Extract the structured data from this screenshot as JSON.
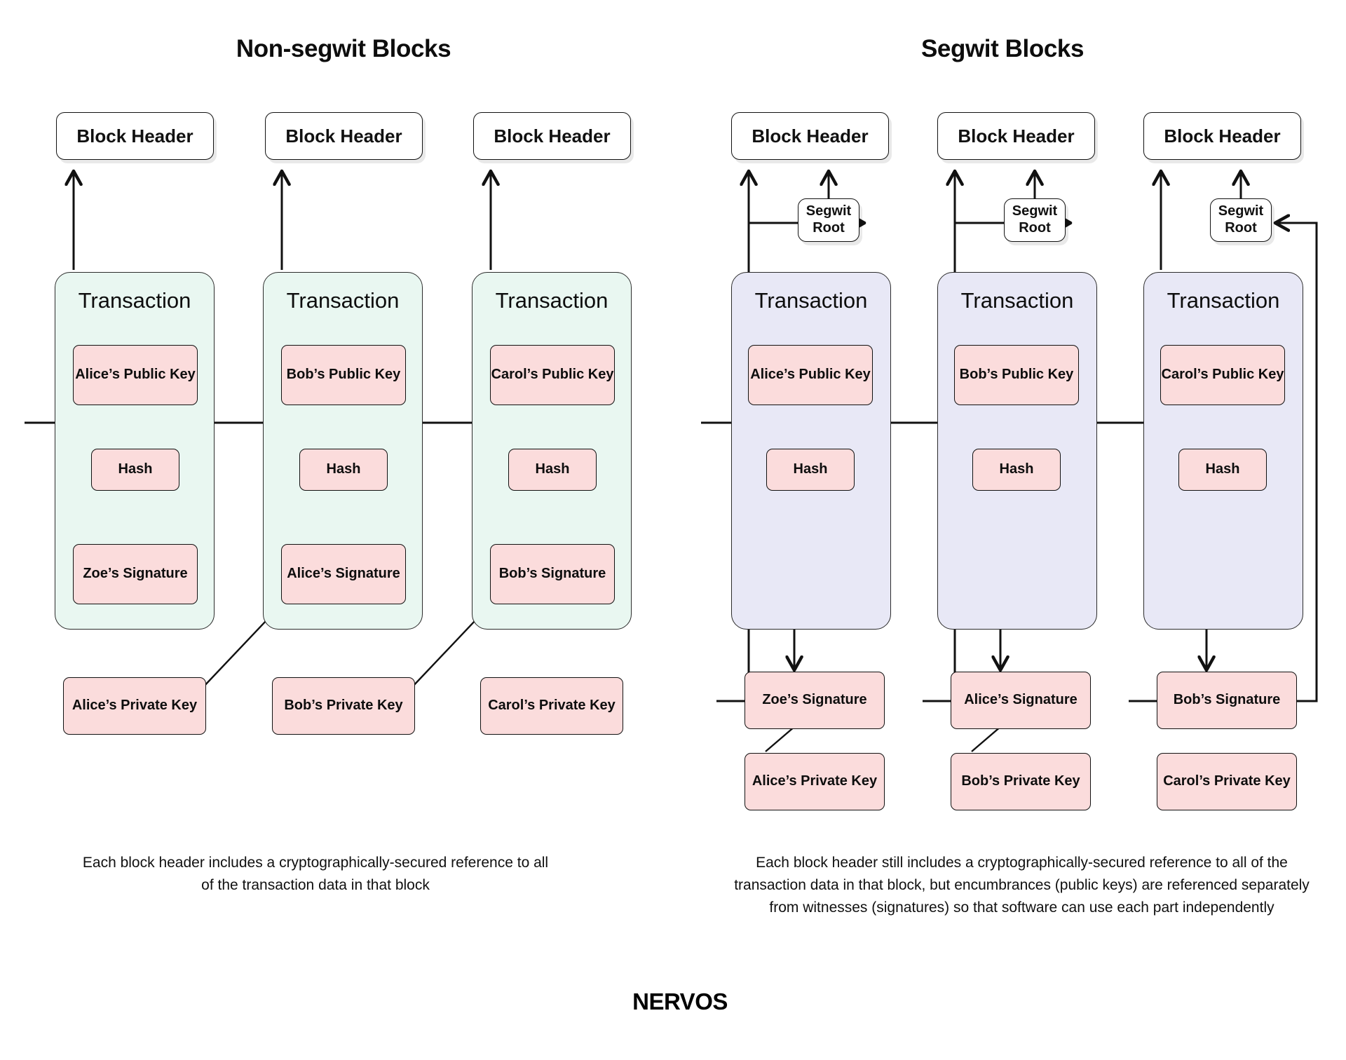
{
  "panels": [
    {
      "id": "non-segwit",
      "title": "Non-segwit Blocks",
      "caption": "Each block header includes a cryptographically-secured reference to all of the transaction data in that block",
      "tx_fill": "#e9f7f1",
      "blocks": [
        {
          "header": "Block Header",
          "transaction": "Transaction",
          "public_key": "Alice’s Public Key",
          "hash": "Hash",
          "signature": "Zoe’s Signature",
          "private_key": "Alice’s Private Key"
        },
        {
          "header": "Block Header",
          "transaction": "Transaction",
          "public_key": "Bob’s Public Key",
          "hash": "Hash",
          "signature": "Alice’s Signature",
          "private_key": "Bob’s Private Key"
        },
        {
          "header": "Block Header",
          "transaction": "Transaction",
          "public_key": "Carol’s Public Key",
          "hash": "Hash",
          "signature": "Bob’s Signature",
          "private_key": "Carol’s Private Key"
        }
      ]
    },
    {
      "id": "segwit",
      "title": "Segwit Blocks",
      "caption": "Each block header still includes a cryptographically-secured reference to all of the transaction data in that block, but encumbrances (public keys) are referenced separately from witnesses (signatures) so that software can use each part independently",
      "tx_fill": "#e8e8f6",
      "blocks": [
        {
          "header": "Block Header",
          "segwit_root": "Segwit Root",
          "transaction": "Transaction",
          "public_key": "Alice’s Public Key",
          "hash": "Hash",
          "signature": "Zoe’s Signature",
          "private_key": "Alice’s Private Key"
        },
        {
          "header": "Block Header",
          "segwit_root": "Segwit Root",
          "transaction": "Transaction",
          "public_key": "Bob’s Public Key",
          "hash": "Hash",
          "signature": "Alice’s Signature",
          "private_key": "Bob’s Private Key"
        },
        {
          "header": "Block Header",
          "segwit_root": "Segwit Root",
          "transaction": "Transaction",
          "public_key": "Carol’s Public Key",
          "hash": "Hash",
          "signature": "Bob’s Signature",
          "private_key": "Carol’s Private Key"
        }
      ]
    }
  ],
  "brand": {
    "logo_text": "NERVOS"
  },
  "colors": {
    "pink_fill": "#fbdcdc",
    "green_tx_fill": "#e9f7f1",
    "purple_tx_fill": "#e8e8f6",
    "stroke": "#111111",
    "background": "#ffffff"
  }
}
